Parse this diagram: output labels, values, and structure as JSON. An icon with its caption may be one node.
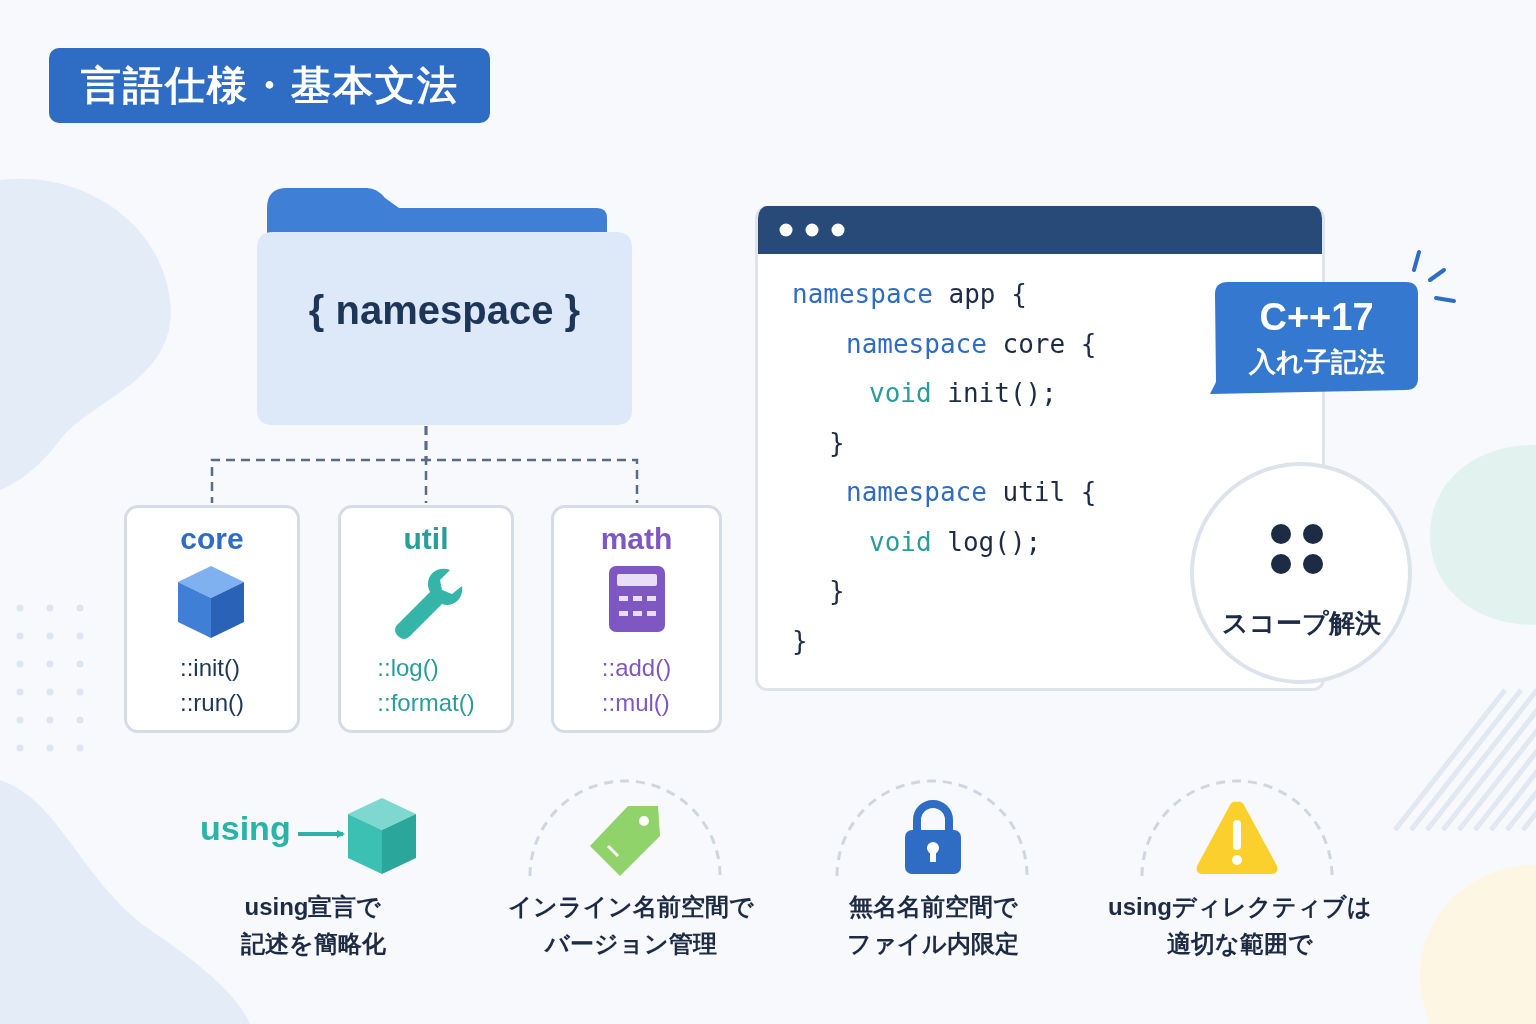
{
  "diagram": {
    "title": "言語仕様・基本文法",
    "nodes": [
      {
        "text": [
          "{ namespace }"
        ]
      },
      {
        "text": [
          "core",
          "::init() ::run()"
        ]
      },
      {
        "text": [
          "util",
          "::log() ::format()"
        ]
      },
      {
        "text": [
          "math",
          "::add() ::mul()"
        ]
      },
      {
        "text": [
          "namespace app {",
          "namespace core {",
          "void init();",
          "}",
          "namespace util {",
          "void log();",
          "}",
          "}"
        ]
      },
      {
        "text": [
          "C++17",
          "入れ子記法"
        ]
      },
      {
        "text": [
          "スコープ解決"
        ]
      },
      {
        "text": [
          "using"
        ]
      },
      {
        "text": [],
        "shape": "picture"
      }
    ],
    "edges": [
      {
        "from": 0,
        "to": 1,
        "arrow": "none",
        "style": "dashed"
      },
      {
        "from": 0,
        "to": 2,
        "arrow": "none",
        "style": "dashed"
      },
      {
        "from": 0,
        "to": 3,
        "arrow": "none",
        "style": "dashed"
      },
      {
        "from": 7,
        "to": 8,
        "arrow": "to",
        "color": "#2bb3a8"
      }
    ],
    "labels": [
      "using宣言で記述を簡略化",
      "インライン名前空間でバージョン管理",
      "無名名前空間でファイル内限定",
      "usingディレクティブは適切な範囲で"
    ]
  }
}
